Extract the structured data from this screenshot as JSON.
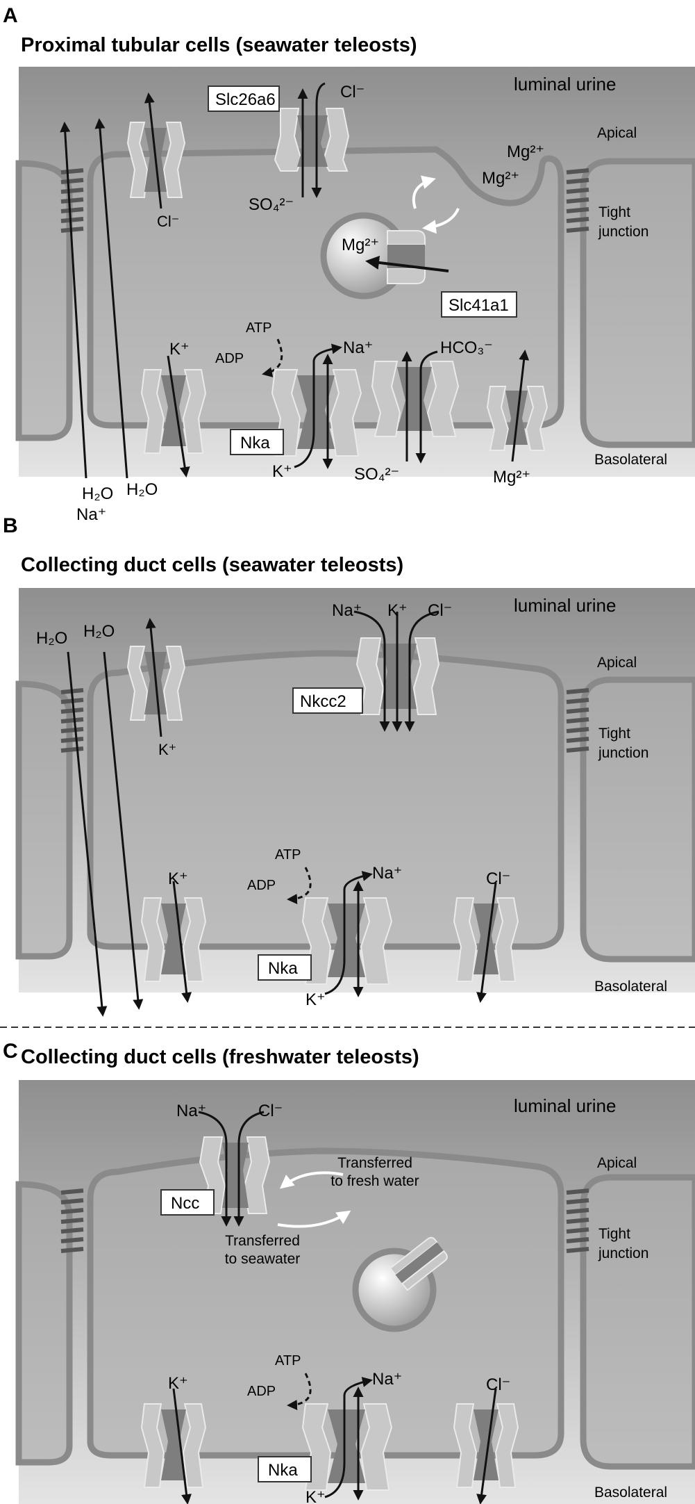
{
  "panels": [
    {
      "letter": "A",
      "title": "Proximal tubular cells (seawater teleosts)",
      "region_labels": {
        "luminal": "luminal urine",
        "apical": "Apical",
        "tight1": "Tight",
        "tight2": "junction",
        "basolateral": "Basolateral"
      },
      "labels": {
        "slc26a6": "Slc26a6",
        "cl_top": "Cl⁻",
        "so4_left": "SO₄²⁻",
        "cl_channel": "Cl⁻",
        "mg_a": "Mg²⁺",
        "mg_b": "Mg²⁺",
        "mg_vesicle": "Mg²⁺",
        "slc41a1": "Slc41a1",
        "k_top": "K⁺",
        "atp": "ATP",
        "adp": "ADP",
        "na_top": "Na⁺",
        "k_bottom": "K⁺",
        "nka": "Nka",
        "hco3": "HCO₃⁻",
        "so4_bottom": "SO₄²⁻",
        "mg_bottom": "Mg²⁺",
        "h2o_1": "H₂O",
        "na_bottom": "Na⁺",
        "h2o_2": "H₂O"
      }
    },
    {
      "letter": "B",
      "title": "Collecting duct cells (seawater teleosts)",
      "region_labels": {
        "luminal": "luminal urine",
        "apical": "Apical",
        "tight1": "Tight",
        "tight2": "junction",
        "basolateral": "Basolateral"
      },
      "labels": {
        "h2o_1": "H₂O",
        "h2o_2": "H₂O",
        "k_apical": "K⁺",
        "na": "Na⁺",
        "k": "K⁺",
        "cl": "Cl⁻",
        "nkcc2": "Nkcc2",
        "k_top": "K⁺",
        "atp": "ATP",
        "adp": "ADP",
        "na_top": "Na⁺",
        "k_bottom": "K⁺",
        "nka": "Nka",
        "cl_bottom": "Cl⁻"
      }
    },
    {
      "letter": "C",
      "title": "Collecting duct cells (freshwater teleosts)",
      "region_labels": {
        "luminal": "luminal urine",
        "apical": "Apical",
        "tight1": "Tight",
        "tight2": "junction",
        "basolateral": "Basolateral"
      },
      "labels": {
        "na": "Na⁺",
        "cl": "Cl⁻",
        "ncc": "Ncc",
        "fresh1": "Transferred",
        "fresh2": "to fresh water",
        "sea1": "Transferred",
        "sea2": "to seawater",
        "k_top": "K⁺",
        "atp": "ATP",
        "adp": "ADP",
        "na_top": "Na⁺",
        "k_bottom": "K⁺",
        "nka": "Nka",
        "cl_bottom": "Cl⁻"
      }
    }
  ],
  "colors": {
    "lumen_top": "#8f8f8f",
    "lumen_bottom": "#e2e2e2",
    "cell_fill": "#b3b3b3",
    "membrane": "#8a8a8a",
    "protein_light": "#c8c8c8",
    "protein_dark": "#7e7e7e",
    "arrow": "#111111"
  }
}
